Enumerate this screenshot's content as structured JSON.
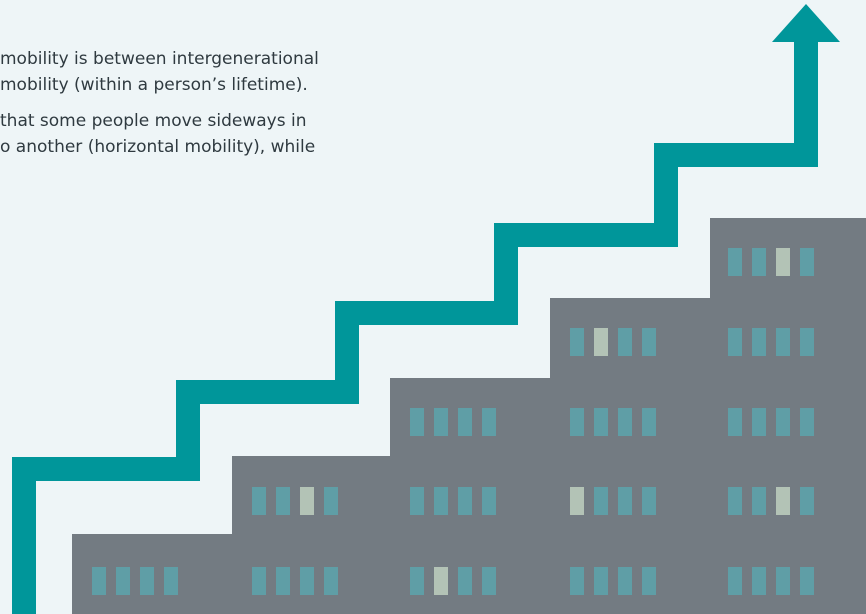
{
  "body_text": {
    "paragraph_1": [
      "mobility is between intergenerational",
      "mobility (within a person’s lifetime)."
    ],
    "paragraph_2": [
      "that some people move sideways in",
      "o another (horizontal mobility), while"
    ]
  },
  "colors": {
    "background": "#eef5f7",
    "arrow": "#00969a",
    "building": "#737b82",
    "window": "#5f9ea6",
    "window_lit": "#b3c3b6"
  },
  "icons": {
    "staircase_arrow": "staircase-arrow-icon",
    "buildings": "stepped-buildings-icon"
  }
}
